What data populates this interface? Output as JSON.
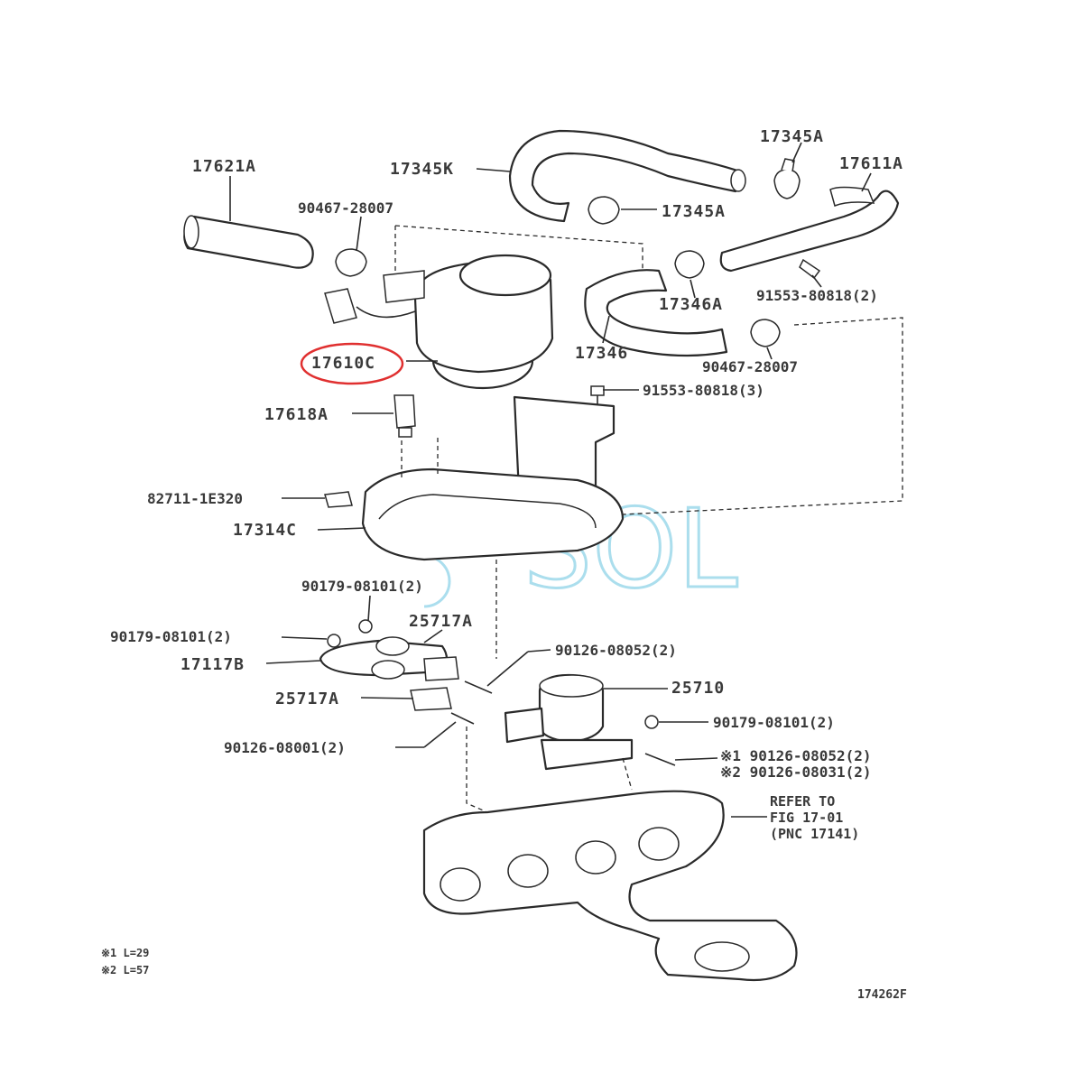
{
  "watermark": "SOL",
  "figure_code": "174262F",
  "highlight_color": "#e03030",
  "labels": {
    "p17621A": "17621A",
    "p17345K": "17345K",
    "p17345A_top": "17345A",
    "p17611A": "17611A",
    "p90467_top": "90467-28007",
    "p17345A_mid": "17345A",
    "p17346A": "17346A",
    "p91553_2": "91553-80818(2)",
    "p17610C": "17610C",
    "p17346": "17346",
    "p90467_mid": "90467-28007",
    "p91553_3": "91553-80818(3)",
    "p17618A": "17618A",
    "p82711": "82711-1E320",
    "p17314C": "17314C",
    "p90179_a": "90179-08101(2)",
    "p25717A_top": "25717A",
    "p90179_b": "90179-08101(2)",
    "p17117B": "17117B",
    "p90126_08052_a": "90126-08052(2)",
    "p25710": "25710",
    "p25717A_bot": "25717A",
    "p90179_c": "90179-08101(2)",
    "p90126_08001": "90126-08001(2)",
    "p90126_08052_b": "※1 90126-08052(2)",
    "p90126_08031": "※2 90126-08031(2)",
    "refer_1": "REFER TO",
    "refer_2": "FIG 17-01",
    "refer_3": "(PNC 17141)",
    "note_1": "※1 L=29",
    "note_2": "※2 L=57"
  }
}
